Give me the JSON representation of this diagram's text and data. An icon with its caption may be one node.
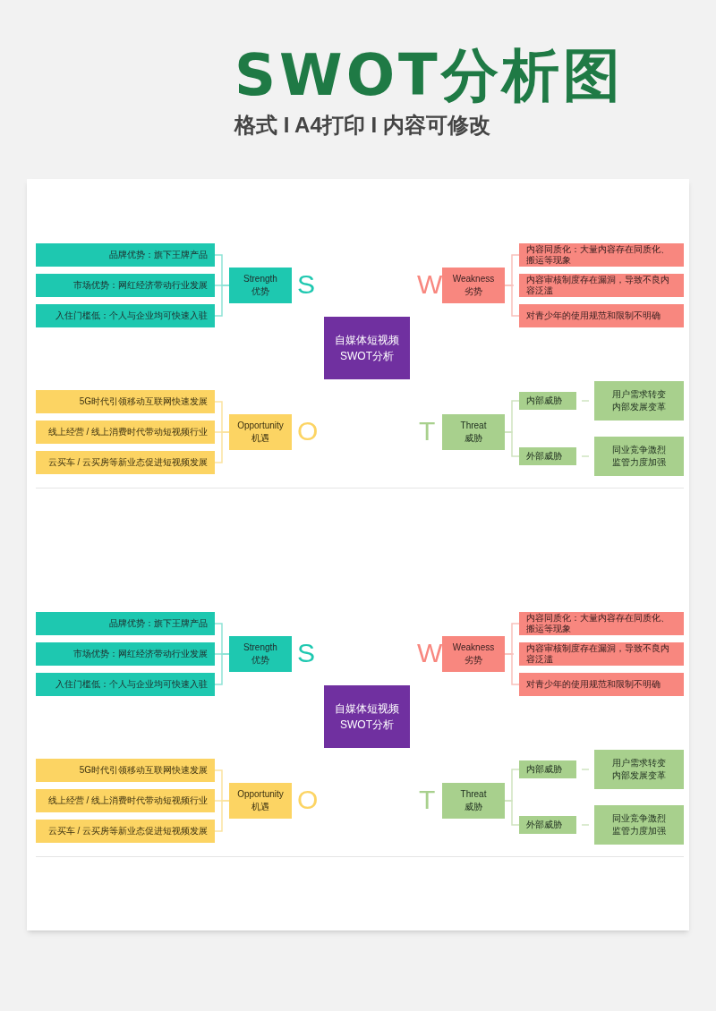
{
  "diagram": {
    "title": "SWOT分析图",
    "nodes": [
      {
        "text": [
          "自媒体短视频 SWOT分析"
        ]
      },
      {
        "text": [
          "Strength",
          "优势"
        ]
      },
      {
        "text": [
          "品牌优势：旗下王牌产品"
        ]
      },
      {
        "text": [
          "市场优势：网红经济带动行业发展"
        ]
      },
      {
        "text": [
          "入住门槛低：个人与企业均可快速入驻"
        ]
      },
      {
        "text": [
          "Weakness",
          "劣势"
        ]
      },
      {
        "text": [
          "内容同质化：大量内容存在同质化、搬运等现象"
        ]
      },
      {
        "text": [
          "内容审核制度存在漏洞，导致不良内容泛滥"
        ]
      },
      {
        "text": [
          "对青少年的使用规范和限制不明确"
        ]
      },
      {
        "text": [
          "Opportunity",
          "机遇"
        ]
      },
      {
        "text": [
          "5G时代引领移动互联网快速发展"
        ]
      },
      {
        "text": [
          "线上经营 / 线上消费时代带动短视频行业"
        ]
      },
      {
        "text": [
          "云买车 / 云买房等新业态促进短视频发展"
        ]
      },
      {
        "text": [
          "Threat",
          "威胁"
        ]
      },
      {
        "text": [
          "内部威胁"
        ]
      },
      {
        "text": [
          "外部威胁"
        ]
      },
      {
        "text": [
          "用户需求转变",
          "内部发展变革"
        ]
      },
      {
        "text": [
          "同业竞争激烈",
          "监管力度加强"
        ]
      },
      {
        "text": [
          "自媒体短视频 SWOT分析"
        ]
      },
      {
        "text": [
          "Strength",
          "优势"
        ]
      },
      {
        "text": [
          "品牌优势：旗下王牌产品"
        ]
      },
      {
        "text": [
          "市场优势：网红经济带动行业发展"
        ]
      },
      {
        "text": [
          "入住门槛低：个人与企业均可快速入驻"
        ]
      },
      {
        "text": [
          "Weakness",
          "劣势"
        ]
      },
      {
        "text": [
          "内容同质化：大量内容存在同质化、搬运等现象"
        ]
      },
      {
        "text": [
          "内容审核制度存在漏洞，导致不良内容泛滥"
        ]
      },
      {
        "text": [
          "对青少年的使用规范和限制不明确"
        ]
      },
      {
        "text": [
          "Opportunity",
          "机遇"
        ]
      },
      {
        "text": [
          "5G时代引领移动互联网快速发展"
        ]
      },
      {
        "text": [
          "线上经营 / 线上消费时代带动短视频行业"
        ]
      },
      {
        "text": [
          "云买车 / 云买房等新业态促进短视频发展"
        ]
      },
      {
        "text": [
          "Threat",
          "威胁"
        ]
      },
      {
        "text": [
          "内部威胁"
        ]
      },
      {
        "text": [
          "外部威胁"
        ]
      },
      {
        "text": [
          "用户需求转变",
          "内部发展变革"
        ]
      },
      {
        "text": [
          "同业竞争激烈",
          "监管力度加强"
        ]
      }
    ],
    "edges": [
      {
        "from": 1,
        "to": 2,
        "arrow": "none",
        "color": "#8ee3d6"
      },
      {
        "from": 1,
        "to": 3,
        "arrow": "none",
        "color": "#8ee3d6"
      },
      {
        "from": 1,
        "to": 4,
        "arrow": "none",
        "color": "#8ee3d6"
      },
      {
        "from": 5,
        "to": 6,
        "arrow": "none",
        "color": "#f9c1bc"
      },
      {
        "from": 5,
        "to": 7,
        "arrow": "none",
        "color": "#f9c1bc"
      },
      {
        "from": 5,
        "to": 8,
        "arrow": "none",
        "color": "#f9c1bc"
      },
      {
        "from": 9,
        "to": 10,
        "arrow": "none",
        "color": "#fbe3a0"
      },
      {
        "from": 9,
        "to": 11,
        "arrow": "none",
        "color": "#fbe3a0"
      },
      {
        "from": 9,
        "to": 12,
        "arrow": "none",
        "color": "#fbe3a0"
      },
      {
        "from": 13,
        "to": 14,
        "arrow": "none",
        "color": "#cfe4c0"
      },
      {
        "from": 13,
        "to": 15,
        "arrow": "none",
        "color": "#cfe4c0"
      },
      {
        "from": 14,
        "to": 16,
        "arrow": "none",
        "color": "#cfe4c0"
      },
      {
        "from": 15,
        "to": 17,
        "arrow": "none",
        "color": "#cfe4c0"
      },
      {
        "from": 19,
        "to": 20,
        "arrow": "none",
        "color": "#8ee3d6"
      },
      {
        "from": 19,
        "to": 21,
        "arrow": "none",
        "color": "#8ee3d6"
      },
      {
        "from": 19,
        "to": 22,
        "arrow": "none",
        "color": "#8ee3d6"
      },
      {
        "from": 23,
        "to": 24,
        "arrow": "none",
        "color": "#f9c1bc"
      },
      {
        "from": 23,
        "to": 25,
        "arrow": "none",
        "color": "#f9c1bc"
      },
      {
        "from": 23,
        "to": 26,
        "arrow": "none",
        "color": "#f9c1bc"
      },
      {
        "from": 27,
        "to": 28,
        "arrow": "none",
        "color": "#fbe3a0"
      },
      {
        "from": 27,
        "to": 29,
        "arrow": "none",
        "color": "#fbe3a0"
      },
      {
        "from": 27,
        "to": 30,
        "arrow": "none",
        "color": "#fbe3a0"
      },
      {
        "from": 31,
        "to": 32,
        "arrow": "none",
        "color": "#cfe4c0"
      },
      {
        "from": 31,
        "to": 33,
        "arrow": "none",
        "color": "#cfe4c0"
      },
      {
        "from": 32,
        "to": 34,
        "arrow": "none",
        "color": "#cfe4c0"
      },
      {
        "from": 33,
        "to": 35,
        "arrow": "none",
        "color": "#cfe4c0"
      }
    ],
    "labels": [
      "格式 I A4打印 I 内容可修改",
      "S",
      "W",
      "O",
      "T",
      "S",
      "W",
      "O",
      "T"
    ]
  }
}
